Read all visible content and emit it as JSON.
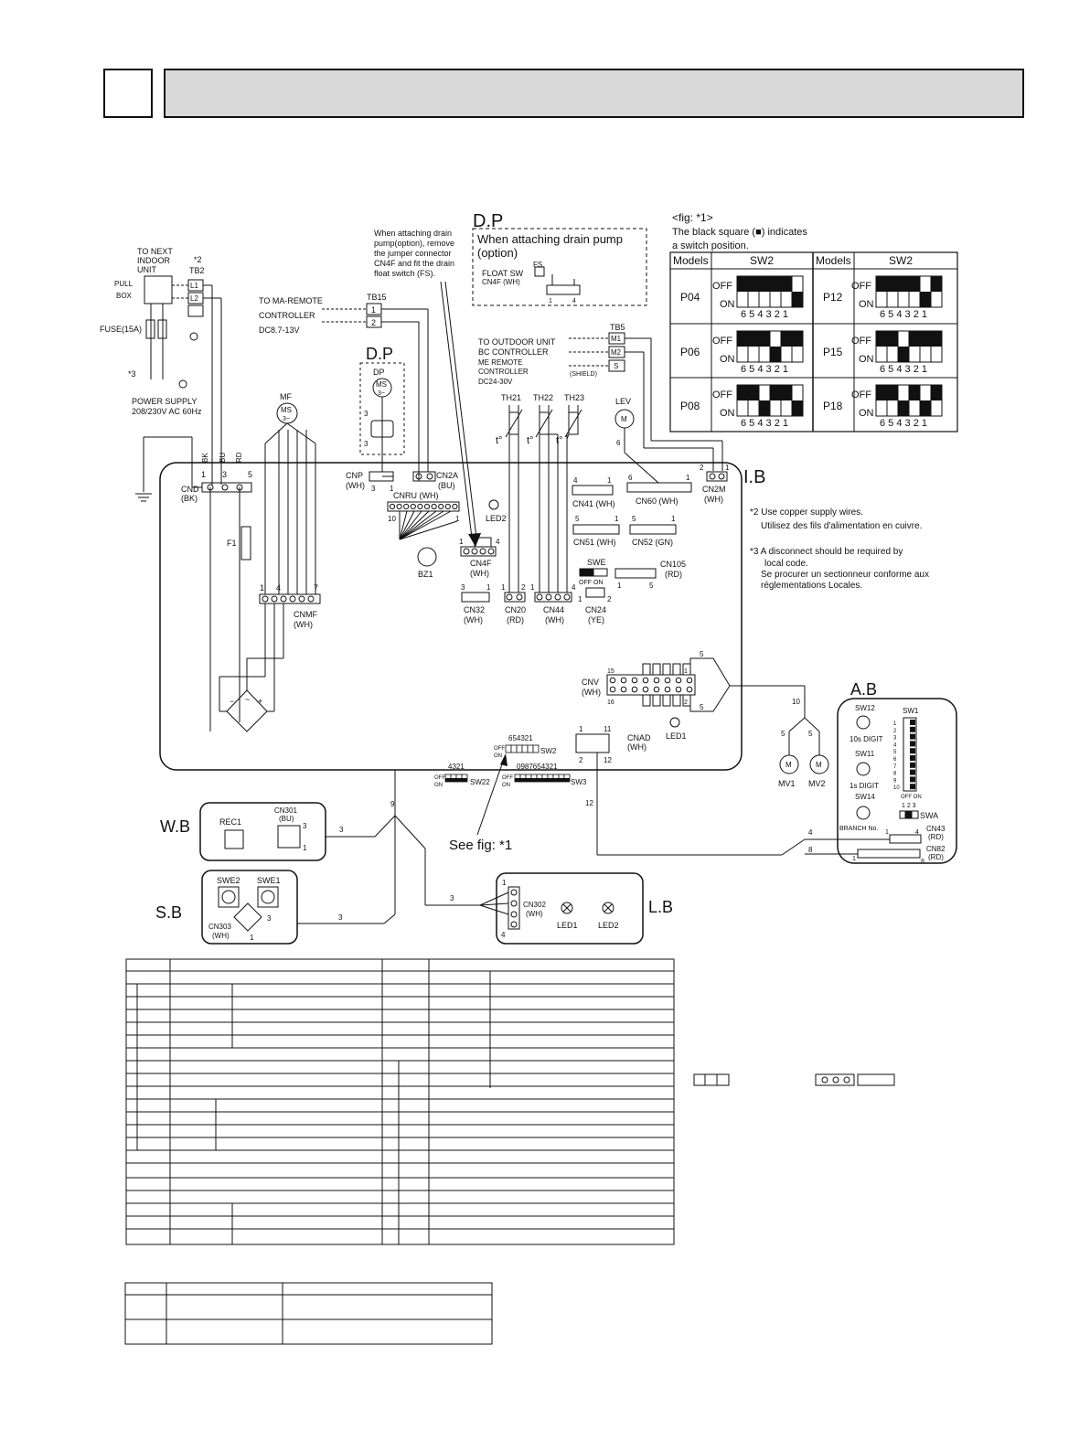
{
  "header": {
    "number": "",
    "title": ""
  },
  "supply": {
    "to_next_indoor": [
      "TO NEXT",
      "INDOOR",
      "UNIT"
    ],
    "pull_box": [
      "PULL",
      "BOX"
    ],
    "tb2_note": "*2",
    "tb2": "TB2",
    "l1": "L1",
    "l2": "L2",
    "fuse": "FUSE(15A)",
    "note3": "*3",
    "power": [
      "POWER SUPPLY",
      "208/230V AC 60Hz"
    ]
  },
  "remote": {
    "label": [
      "TO MA-REMOTE",
      "CONTROLLER",
      "DC8.7-13V"
    ],
    "tb15": "TB15",
    "t1": "1",
    "t2": "2"
  },
  "drain_note": [
    "When attaching drain",
    "pump(option), remove",
    "the jumper connector",
    "CN4F and fit the drain",
    "float switch (FS)."
  ],
  "dp_top": {
    "title": "D.P",
    "box": [
      "When attaching drain pump",
      "(option)"
    ],
    "fs": "FS",
    "float": "FLOAT SW",
    "cn4f": "CN4F (WH)",
    "p1": "1",
    "p4": "4"
  },
  "dp_left": {
    "title": "D.P",
    "dp": "DP",
    "ms": "MS",
    "ph": "3~",
    "n3": "3"
  },
  "outdoor": {
    "label": [
      "TO OUTDOOR UNIT",
      "BC CONTROLLER",
      "ME REMOTE",
      "CONTROLLER",
      "DC24-30V"
    ],
    "tb5": "TB5",
    "m1": "M1",
    "m2": "M2",
    "s": "S",
    "shield": "(SHIELD)"
  },
  "fig1": {
    "title": "<fig: *1>",
    "note": [
      "The black square (■) indicates",
      "a switch position."
    ],
    "head_models": "Models",
    "head_sw": "SW2",
    "off": "OFF",
    "on": "ON",
    "digits": "6 5 4 3 2 1",
    "rows": [
      {
        "model": "P04",
        "bits": [
          1,
          1,
          1,
          1,
          1,
          0
        ]
      },
      {
        "model": "P06",
        "bits": [
          1,
          1,
          1,
          0,
          1,
          1
        ]
      },
      {
        "model": "P08",
        "bits": [
          1,
          1,
          0,
          1,
          1,
          0
        ]
      },
      {
        "model": "P12",
        "bits": [
          1,
          1,
          1,
          1,
          0,
          1
        ]
      },
      {
        "model": "P15",
        "bits": [
          1,
          1,
          0,
          1,
          1,
          1
        ]
      },
      {
        "model": "P18",
        "bits": [
          1,
          1,
          0,
          1,
          0,
          1
        ]
      }
    ]
  },
  "board": {
    "ib": "I.B",
    "cnd": [
      "CND",
      "(BK)"
    ],
    "wires": [
      "BK",
      "BU",
      "RD"
    ],
    "cnd_pins": [
      "1",
      "3",
      "5"
    ],
    "mf": "MF",
    "ms": "MS",
    "ph": "3~",
    "f1": "F1",
    "cnmf": [
      "CNMF",
      "(WH)"
    ],
    "cnmf_pins": [
      "1",
      "4",
      "7"
    ],
    "cnp": [
      "CNP",
      "(WH)"
    ],
    "cn2a": [
      "CN2A",
      "(BU)"
    ],
    "cnru": "CNRU (WH)",
    "led2": "LED2",
    "bz1": "BZ1",
    "cn4f": [
      "CN4F",
      "(WH)"
    ],
    "cn32": [
      "CN32",
      "(WH)"
    ],
    "cn20": [
      "CN20",
      "(RD)"
    ],
    "cn44": [
      "CN44",
      "(WH)"
    ],
    "cn24": [
      "CN24",
      "(YE)"
    ],
    "cn41": "CN41 (WH)",
    "cn60": "CN60 (WH)",
    "cn2m": [
      "CN2M",
      "(WH)"
    ],
    "cn51": "CN51 (WH)",
    "cn52": "CN52 (GN)",
    "swe": "SWE",
    "swe_off_on": "OFF ON",
    "cn105": [
      "CN105",
      "(RD)"
    ],
    "th21": "TH21",
    "th22": "TH22",
    "th23": "TH23",
    "lev": "LEV",
    "cnv": [
      "CNV",
      "(WH)"
    ],
    "cnad": [
      "CNAD",
      "(WH)"
    ],
    "led1": "LED1",
    "sw2": "SW2",
    "sw2_digits": "654321",
    "sw22": "SW22",
    "sw22_digits": "4321",
    "sw3": "SW3",
    "sw3_digits": "0987654321",
    "see_fig": "See fig: *1"
  },
  "ab": {
    "title": "A.B",
    "sw12": [
      "SW12",
      "10s DIGIT"
    ],
    "sw11": [
      "SW11",
      "1s DIGIT"
    ],
    "sw14": [
      "SW14",
      "BRANCH No."
    ],
    "sw1": "SW1",
    "swa": "SWA",
    "swa_digits": "1 2 3",
    "cn43": [
      "CN43",
      "(RD)"
    ],
    "cn82": [
      "CN82",
      "(RD)"
    ],
    "mv1": "MV1",
    "mv2": "MV2",
    "off_on": "OFF ON"
  },
  "wb": {
    "title": "W.B",
    "rec1": "REC1",
    "cn301": [
      "CN301",
      "(BU)"
    ]
  },
  "sb": {
    "title": "S.B",
    "swe2": "SWE2",
    "swe1": "SWE1",
    "cn303": [
      "CN303",
      "(WH)"
    ]
  },
  "lb": {
    "title": "L.B",
    "cn302": [
      "CN302",
      "(WH)"
    ],
    "led1": "LED1",
    "led2": "LED2"
  },
  "notes": {
    "n2": [
      "*2 Use copper supply wires.",
      "Utilisez des fils d'alimentation en cuivre."
    ],
    "n3": [
      "*3 A disconnect should be required by",
      "local code.",
      "Se procurer un sectionneur conforme aux",
      "réglementations Locales."
    ]
  }
}
